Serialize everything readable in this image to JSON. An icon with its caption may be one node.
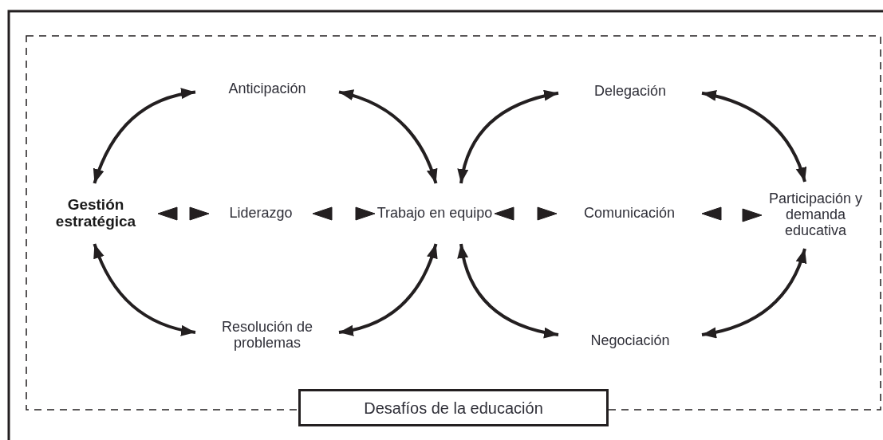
{
  "diagram": {
    "nodes": [
      {
        "text": [
          "Anticipación"
        ]
      },
      {
        "text": [
          "Delegación"
        ]
      },
      {
        "text": [
          "Gestión estratégica"
        ]
      },
      {
        "text": [
          "Liderazgo"
        ]
      },
      {
        "text": [
          "Trabajo en equipo"
        ]
      },
      {
        "text": [
          "Comunicación"
        ]
      },
      {
        "text": [
          "Participación y demanda educativa"
        ]
      },
      {
        "text": [
          "Resolución de problemas"
        ]
      },
      {
        "text": [
          "Negociación"
        ]
      },
      {
        "text": [
          "Desafíos de la educación"
        ]
      }
    ],
    "edges": [
      {
        "from": 2,
        "to": 0,
        "arrow": "both"
      },
      {
        "from": 0,
        "to": 4,
        "arrow": "both"
      },
      {
        "from": 4,
        "to": 1,
        "arrow": "both"
      },
      {
        "from": 1,
        "to": 6,
        "arrow": "both"
      },
      {
        "from": 2,
        "to": 3,
        "arrow": "both"
      },
      {
        "from": 3,
        "to": 4,
        "arrow": "both"
      },
      {
        "from": 4,
        "to": 5,
        "arrow": "both"
      },
      {
        "from": 5,
        "to": 6,
        "arrow": "both"
      },
      {
        "from": 2,
        "to": 7,
        "arrow": "both"
      },
      {
        "from": 7,
        "to": 4,
        "arrow": "both"
      },
      {
        "from": 4,
        "to": 8,
        "arrow": "both"
      },
      {
        "from": 8,
        "to": 6,
        "arrow": "both"
      }
    ]
  }
}
